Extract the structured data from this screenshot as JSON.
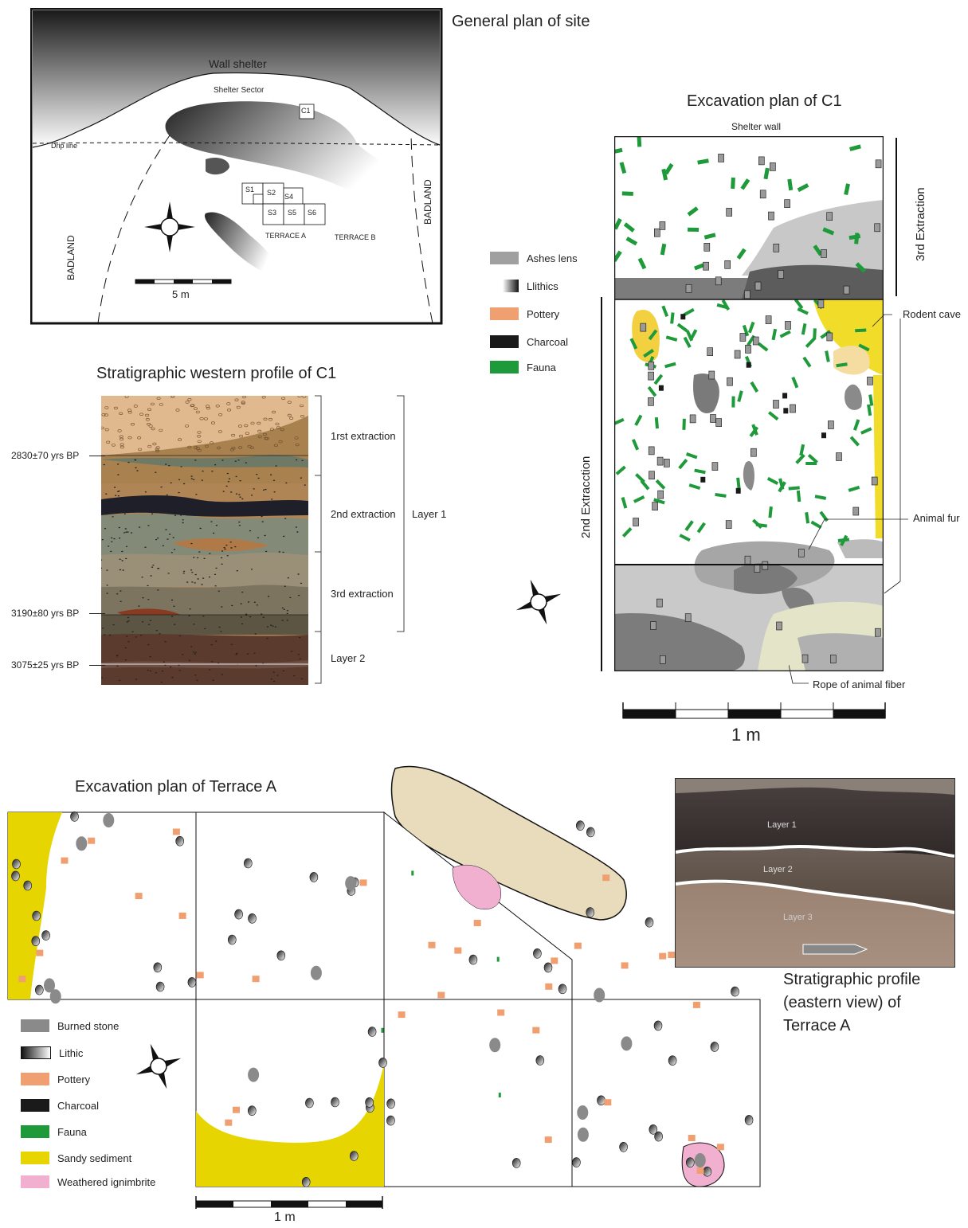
{
  "site_plan": {
    "title": "General plan of site",
    "wall_label": "Wall shelter",
    "sector_label": "Shelter Sector",
    "drip_label": "Drip line",
    "c1": "C1",
    "squares": [
      "S1",
      "S2",
      "S4",
      "S3",
      "S5",
      "S6"
    ],
    "terrace_a": "TERRACE A",
    "terrace_b": "TERRACE B",
    "badland_left": "BADLAND",
    "badland_right": "BADLAND",
    "scale": "5 m"
  },
  "c1_plan": {
    "title": "Excavation plan of C1",
    "shelter_wall": "Shelter wall",
    "extraction_3": "3rd Extraction",
    "extraction_2": "2nd Extracction",
    "rodent": "Rodent cave",
    "fur": "Animal fur",
    "rope": "Rope of animal fiber",
    "scale": "1 m"
  },
  "c1_legend": [
    {
      "label": "Ashes lens",
      "color": "#a0a0a0"
    },
    {
      "label": "Llithics",
      "color": "gradient"
    },
    {
      "label": "Pottery",
      "color": "#f0a070"
    },
    {
      "label": "Charcoal",
      "color": "#1a1a1a"
    },
    {
      "label": "Fauna",
      "color": "#1f9a3a"
    }
  ],
  "strat": {
    "title": "Stratigraphic western profile  of C1",
    "dates": [
      "2830±70 yrs BP",
      "3190±80 yrs BP",
      "3075±25 yrs BP"
    ],
    "extractions": [
      "1rst extraction",
      "2nd extraction",
      "3rd extraction"
    ],
    "layer1": "Layer 1",
    "layer2": "Layer 2"
  },
  "terrace": {
    "title": "Excavation plan of Terrace A",
    "scale": "1 m"
  },
  "terrace_legend": [
    {
      "label": "Burned stone",
      "color": "#8a8a8a"
    },
    {
      "label": "Lithic",
      "color": "gradient"
    },
    {
      "label": "Pottery",
      "color": "#f0a070"
    },
    {
      "label": "Charcoal",
      "color": "#1a1a1a"
    },
    {
      "label": "Fauna",
      "color": "#1f9a3a"
    },
    {
      "label": "Sandy sediment",
      "color": "#e6d500"
    },
    {
      "label": "Weathered ignimbrite",
      "color": "#f2b0d0"
    }
  ],
  "photo": {
    "layers": [
      "Layer 1",
      "Layer 2",
      "Layer 3"
    ],
    "caption": [
      "Stratigraphic profile",
      "(eastern view) of",
      "Terrace A"
    ]
  }
}
